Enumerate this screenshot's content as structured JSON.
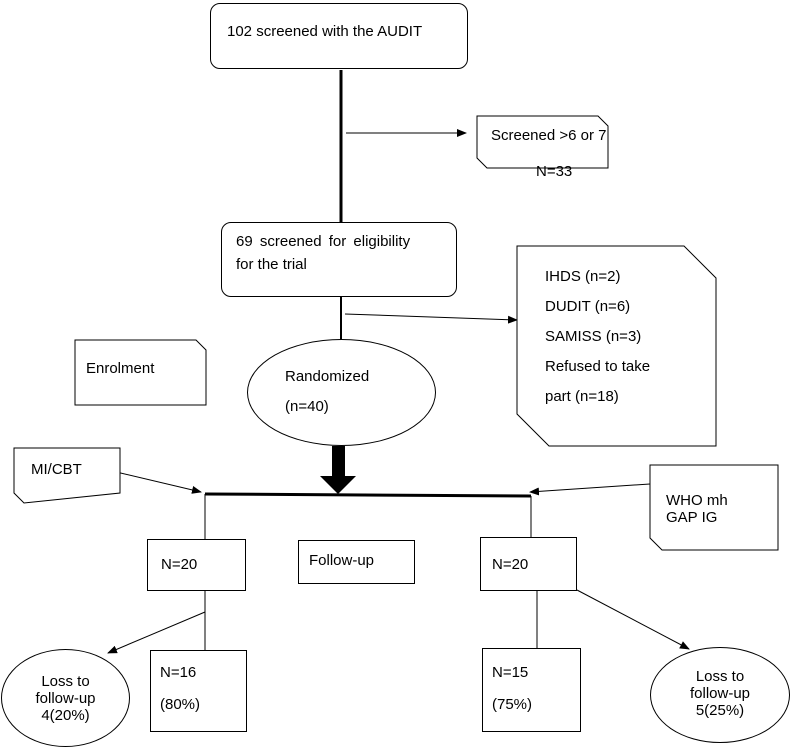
{
  "diagram": {
    "screened_audit": "102 screened with the AUDIT",
    "excluded_audit": {
      "label": "Screened >6 or 7",
      "count": "N=33"
    },
    "eligibility": {
      "line1": "69 screened for eligibility",
      "line2": "for the trial"
    },
    "excluded_eligibility": [
      "IHDS (n=2)",
      "DUDIT (n=6)",
      "SAMISS (n=3)",
      "Refused to take",
      "part (n=18)"
    ],
    "enrolment_label": "Enrolment",
    "randomized": {
      "label": "Randomized",
      "count": "(n=40)"
    },
    "arm_left_label": "MI/CBT",
    "arm_right_label": {
      "line1": "WHO mh",
      "line2": "GAP IG"
    },
    "followup_label": "Follow-up",
    "left_arm": {
      "n": "N=20",
      "completed": {
        "count": "N=16",
        "pct": "(80%)"
      },
      "loss": {
        "line1": "Loss to",
        "line2": "follow-up",
        "line3": "4(20%)"
      }
    },
    "right_arm": {
      "n": "N=20",
      "completed": {
        "count": "N=15",
        "pct": "(75%)"
      },
      "loss": {
        "line1": "Loss to",
        "line2": "follow-up",
        "line3": "5(25%)"
      }
    }
  }
}
